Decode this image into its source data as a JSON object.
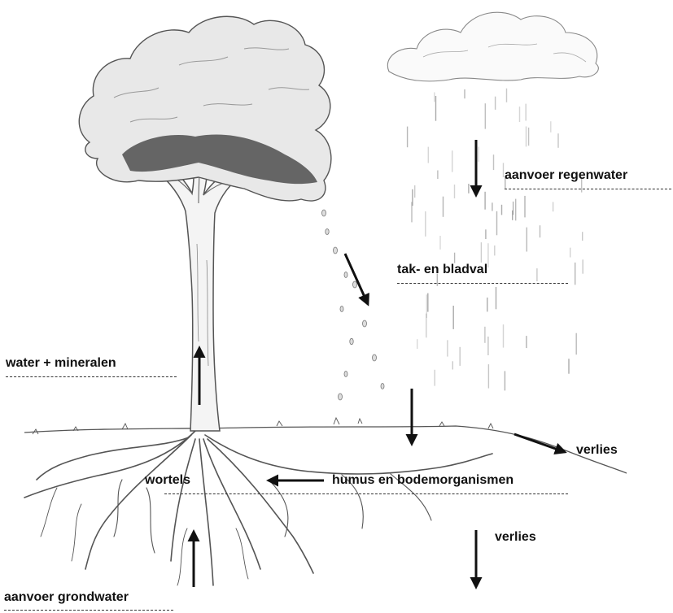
{
  "labels": {
    "rainwater": "aanvoer regenwater",
    "litterfall": "tak- en bladval",
    "water_minerals": "water + mineralen",
    "loss_surface": "verlies",
    "roots": "wortels",
    "humus": "humus en bodemorganismen",
    "loss_deep": "verlies",
    "groundwater": "aanvoer grondwater"
  },
  "colors": {
    "ink": "#111111",
    "pencil": "#555555",
    "rain": "#9a9a9a",
    "crown_shade": "#3a3a3a"
  }
}
